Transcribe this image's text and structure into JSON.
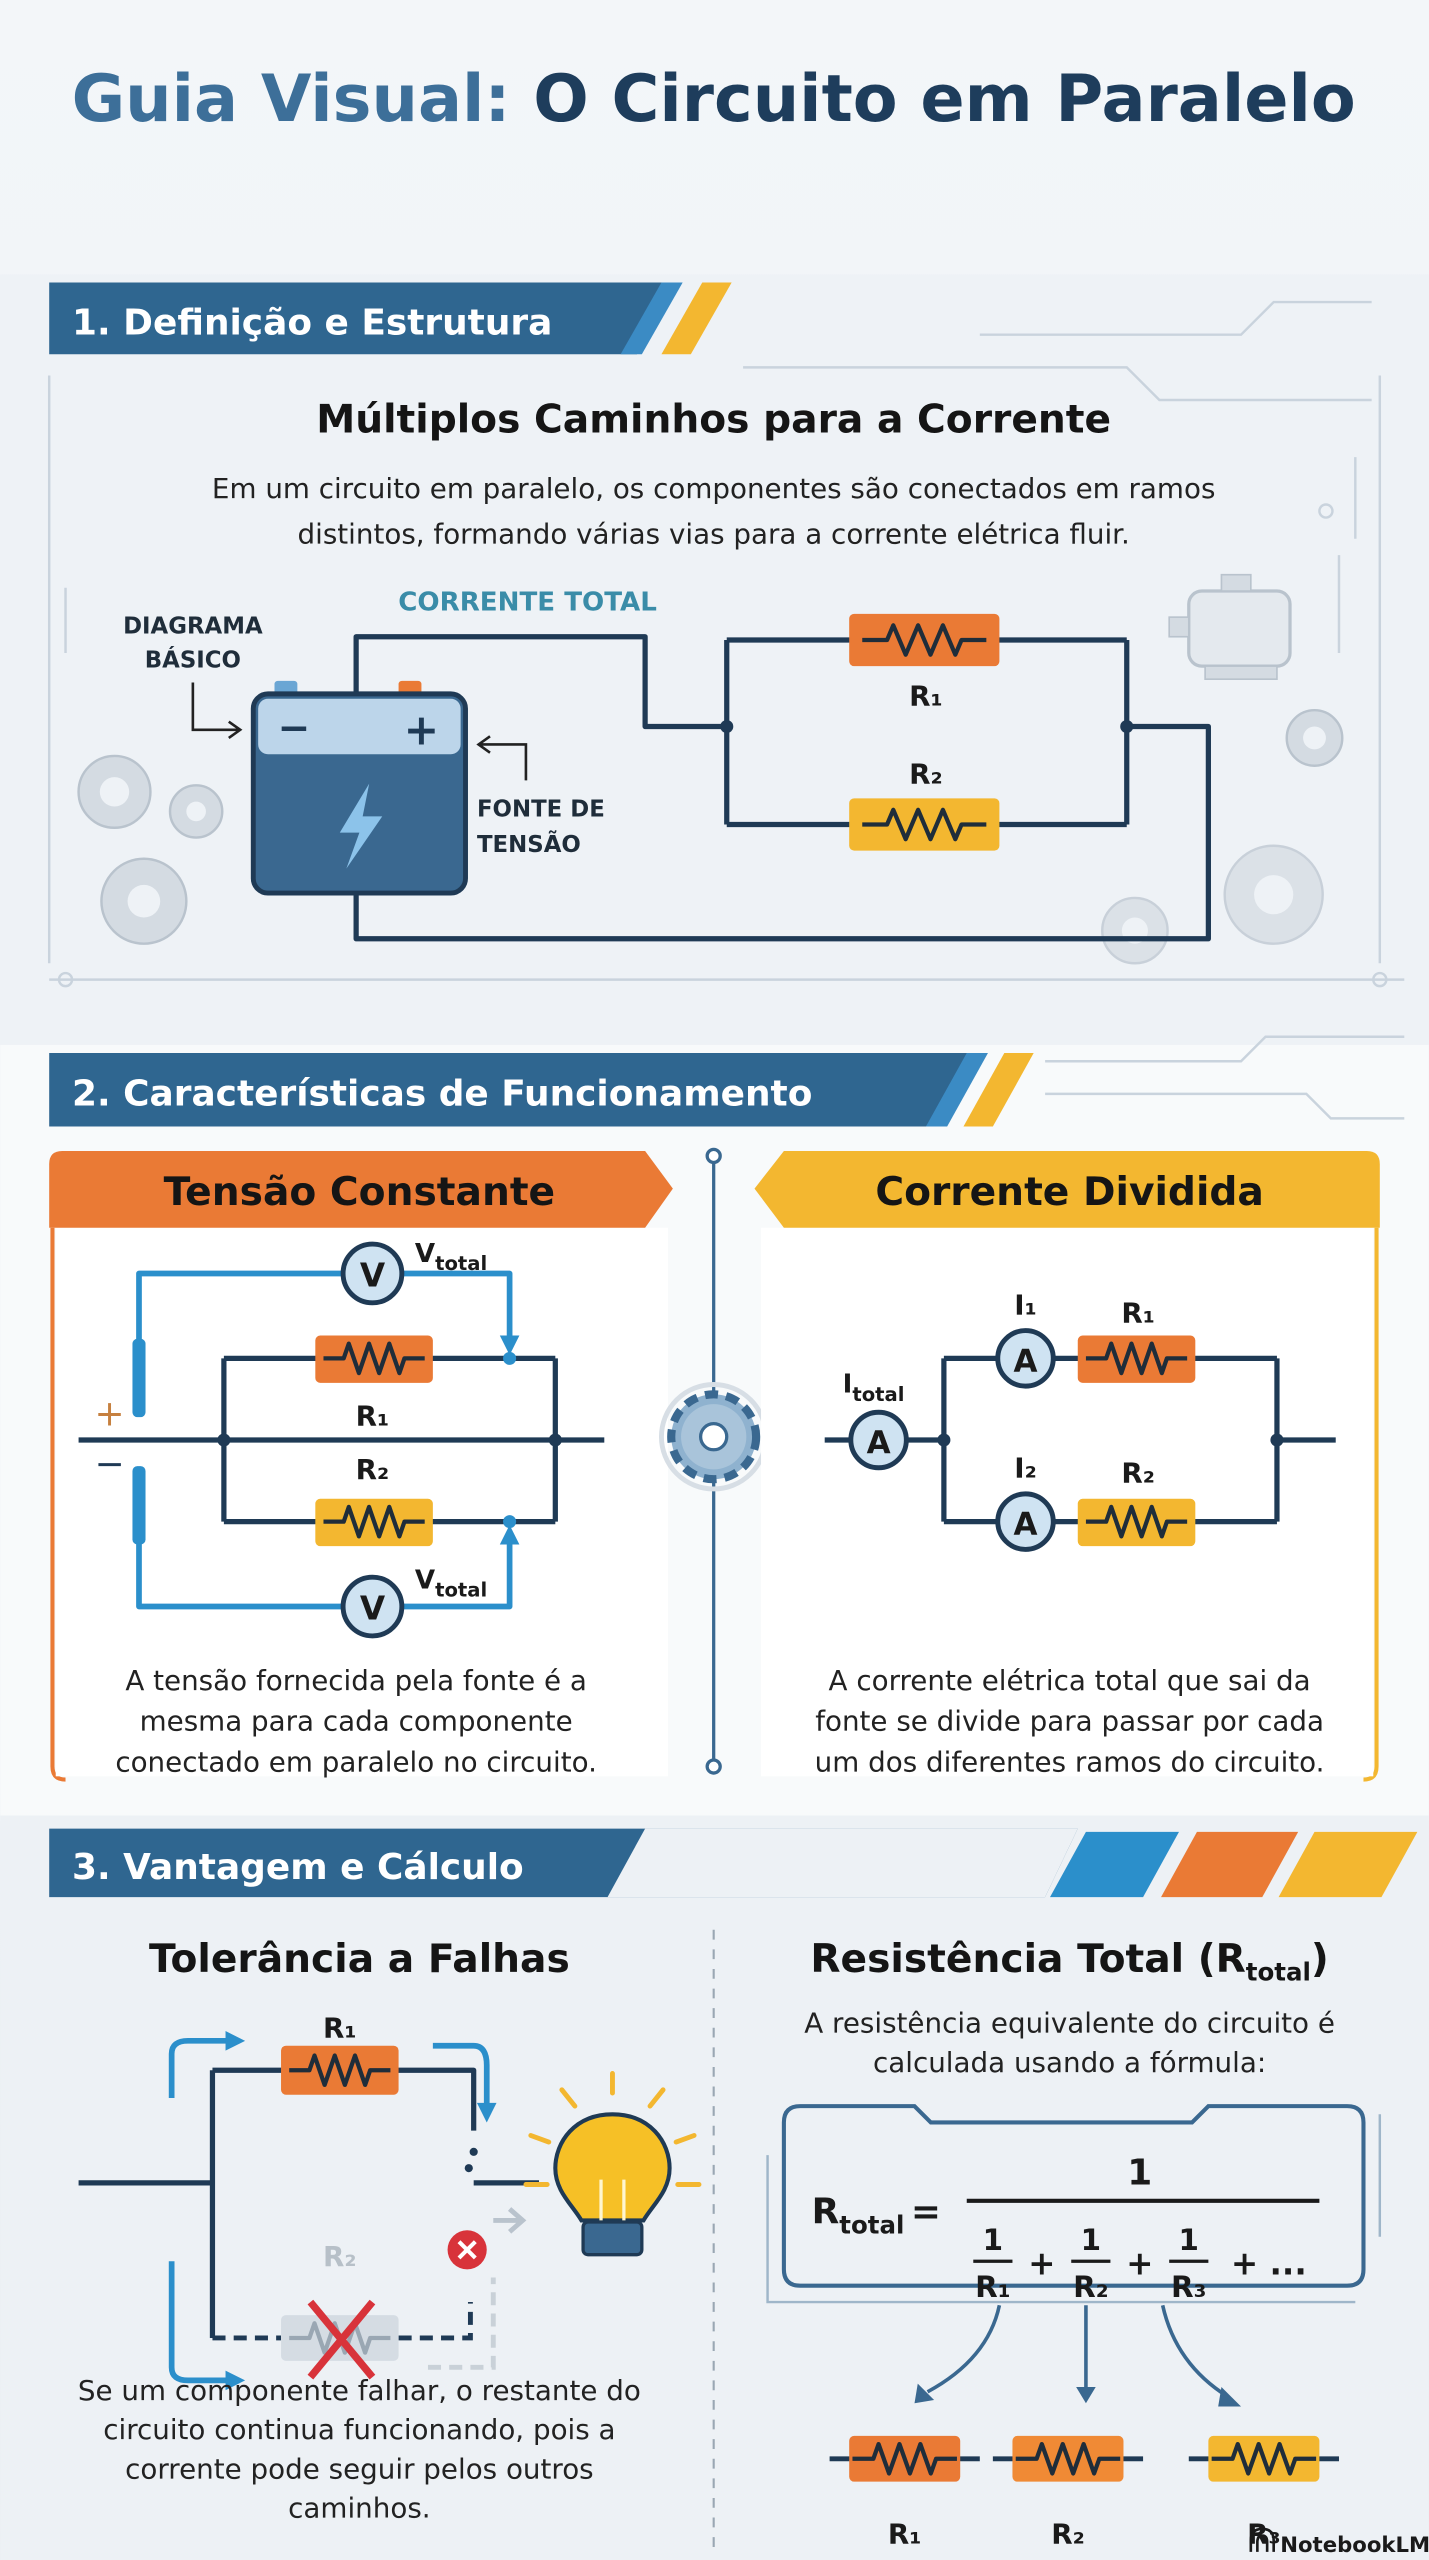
{
  "title": {
    "part1": "Guia Visual:",
    "part2": "O Circuito em Paralelo"
  },
  "colors": {
    "navy": "#2f6690",
    "orange": "#ea7a35",
    "yellow": "#f3b730",
    "blue": "#2b8fcb",
    "dark": "#1f3a55"
  },
  "section1": {
    "header": "1. Definição e Estrutura",
    "subtitle": "Múltiplos Caminhos para a Corrente",
    "desc": [
      "Em um circuito em paralelo, os componentes são conectados em ramos",
      "distintos, formando várias vias para a corrente elétrica fluir."
    ],
    "diagram": {
      "current_label": "CORRENTE TOTAL",
      "diagram_label": [
        "DIAGRAMA",
        "BÁSICO"
      ],
      "source_label": [
        "FONTE DE",
        "TENSÃO"
      ],
      "battery_minus": "−",
      "battery_plus": "+",
      "r1": "R₁",
      "r2": "R₂"
    }
  },
  "section2": {
    "header": "2. Características de Funcionamento",
    "left": {
      "title": "Tensão Constante",
      "plus": "+",
      "minus": "−",
      "voltmeter": "V",
      "v_label": "V",
      "v_sub": "total",
      "r1": "R₁",
      "r2": "R₂",
      "desc": [
        "A tensão fornecida pela fonte é a",
        "mesma para cada componente",
        "conectado em paralelo no circuito."
      ]
    },
    "right": {
      "title": "Corrente Dividida",
      "ammeter": "A",
      "i_total": "I",
      "i_total_sub": "total",
      "i1": "I₁",
      "i2": "I₂",
      "r1": "R₁",
      "r2": "R₂",
      "desc": [
        "A corrente elétrica total que sai da",
        "fonte se divide para passar por cada",
        "um dos diferentes ramos do circuito."
      ]
    }
  },
  "section3": {
    "header": "3. Vantagem e Cálculo",
    "left": {
      "title": "Tolerância a Falhas",
      "r1": "R₁",
      "r2": "R₂",
      "desc": [
        "Se um componente falhar, o restante do",
        "circuito continua funcionando, pois a",
        "corrente pode seguir pelos outros",
        "caminhos."
      ]
    },
    "right": {
      "title": "Resistência Total (R",
      "title_sub": "total",
      "title_end": ")",
      "desc": [
        "A resistência equivalente do circuito é",
        "calculada usando a fórmula:"
      ],
      "formula": {
        "lhs": "R",
        "lhs_sub": "total",
        "equals": "=",
        "numerator": "1",
        "terms": [
          {
            "num": "1",
            "den": "R₁"
          },
          {
            "num": "1",
            "den": "R₂"
          },
          {
            "num": "1",
            "den": "R₃"
          }
        ],
        "plus": "+",
        "ellipsis": "+ ..."
      },
      "resistors": [
        "R₁",
        "R₂",
        "R₃"
      ]
    }
  },
  "footer": {
    "brand": "NotebookLM"
  }
}
